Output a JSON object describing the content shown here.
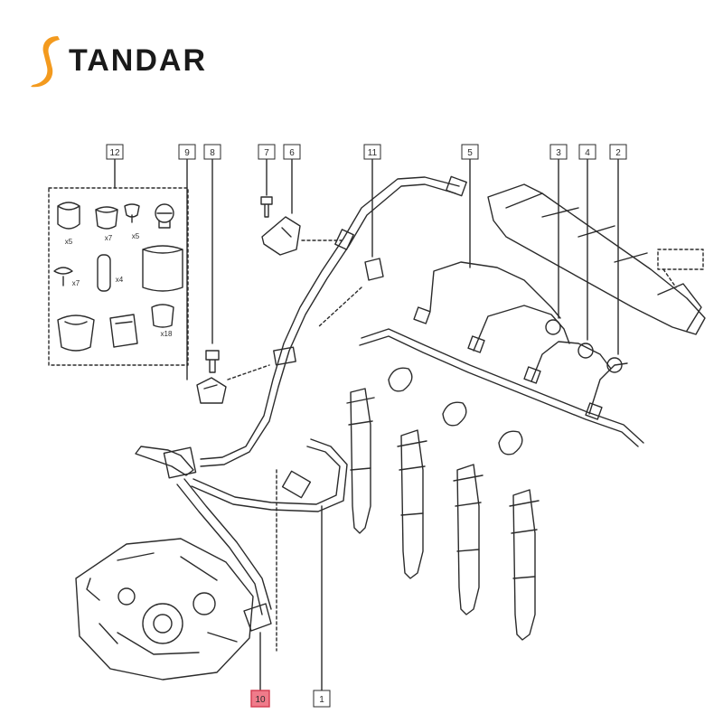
{
  "brand": {
    "name": "TANDAR",
    "accent_color": "#f39a1e",
    "text_color": "#1a1a1a"
  },
  "callouts": [
    {
      "id": "c12",
      "label": "12",
      "highlight": false
    },
    {
      "id": "c9",
      "label": "9",
      "highlight": false
    },
    {
      "id": "c8",
      "label": "8",
      "highlight": false
    },
    {
      "id": "c7",
      "label": "7",
      "highlight": false
    },
    {
      "id": "c6",
      "label": "6",
      "highlight": false
    },
    {
      "id": "c11",
      "label": "11",
      "highlight": false
    },
    {
      "id": "c5",
      "label": "5",
      "highlight": false
    },
    {
      "id": "c3",
      "label": "3",
      "highlight": false
    },
    {
      "id": "c4",
      "label": "4",
      "highlight": false
    },
    {
      "id": "c2",
      "label": "2",
      "highlight": false
    },
    {
      "id": "c10",
      "label": "10",
      "highlight": true
    },
    {
      "id": "c1",
      "label": "1",
      "highlight": false
    }
  ],
  "kit_quantities": {
    "q1": "x5",
    "q2": "x7",
    "q3": "x5",
    "q4": "x7",
    "q5": "x4",
    "q6": "x18"
  },
  "colors": {
    "line": "#2b2b2b",
    "highlight_fill": "#f07b8a",
    "highlight_stroke": "#d23a4e"
  }
}
